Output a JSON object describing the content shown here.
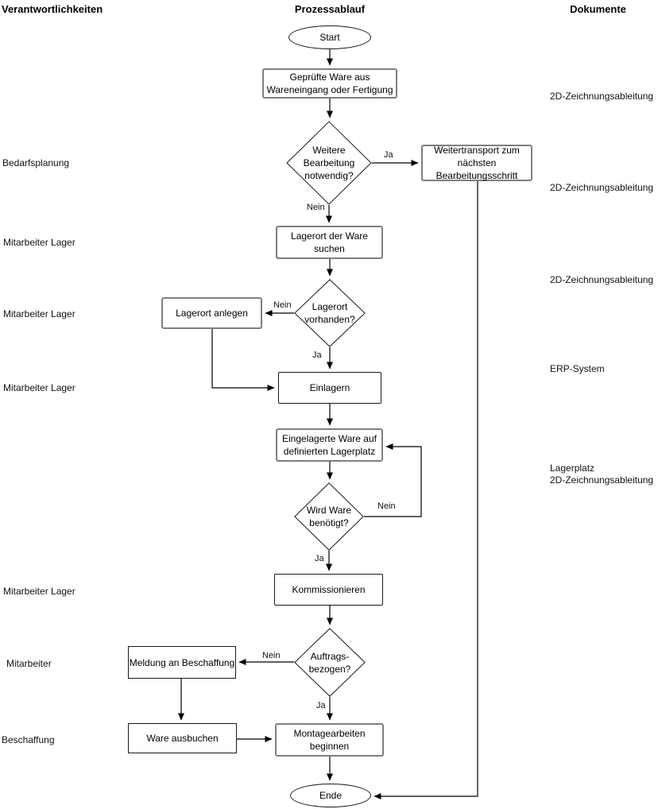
{
  "headers": {
    "responsibilities": "Verantwortlichkeiten",
    "process": "Prozessablauf",
    "documents": "Dokumente"
  },
  "nodes": {
    "start": "Start",
    "checked_goods": "Geprüfte Ware aus Wareneingang oder Fertigung",
    "further_processing_q": "Weitere Bearbeitung notwendig?",
    "transport": "Weitertransport zum nächsten Bearbeitungsschritt",
    "find_location": "Lagerort der Ware suchen",
    "location_exists_q": "Lagerort vorhanden?",
    "create_location": "Lagerort anlegen",
    "store": "Einlagern",
    "stored_goods": "Eingelagerte Ware auf definierten Lagerplatz",
    "goods_needed_q": "Wird Ware benötigt?",
    "picking": "Kommissionieren",
    "order_related_q": "Auftrags-bezogen?",
    "report_procurement": "Meldung an Beschaffung",
    "book_out": "Ware ausbuchen",
    "assembly": "Montagearbeiten beginnen",
    "end": "Ende"
  },
  "edge_labels": {
    "yes": "Ja",
    "no": "Nein"
  },
  "responsibilities": [
    {
      "label": "Bedarfsplanung"
    },
    {
      "label": "Mitarbeiter Lager"
    },
    {
      "label": "Mitarbeiter Lager"
    },
    {
      "label": "Mitarbeiter Lager"
    },
    {
      "label": "Mitarbeiter Lager"
    },
    {
      "label": "Mitarbeiter"
    },
    {
      "label": "Beschaffung"
    }
  ],
  "documents": [
    {
      "label": "2D-Zeichnungsableitung"
    },
    {
      "label": "2D-Zeichnungsableitung"
    },
    {
      "label": "2D-Zeichnungsableitung"
    },
    {
      "label": "ERP-System"
    },
    {
      "label": "Lagerplatz"
    },
    {
      "label": "2D-Zeichnungsableitung"
    }
  ],
  "colors": {
    "line": "#000000",
    "border_gray": "#7f7f7f",
    "border_black": "#1a1a1a",
    "background": "#ffffff"
  }
}
